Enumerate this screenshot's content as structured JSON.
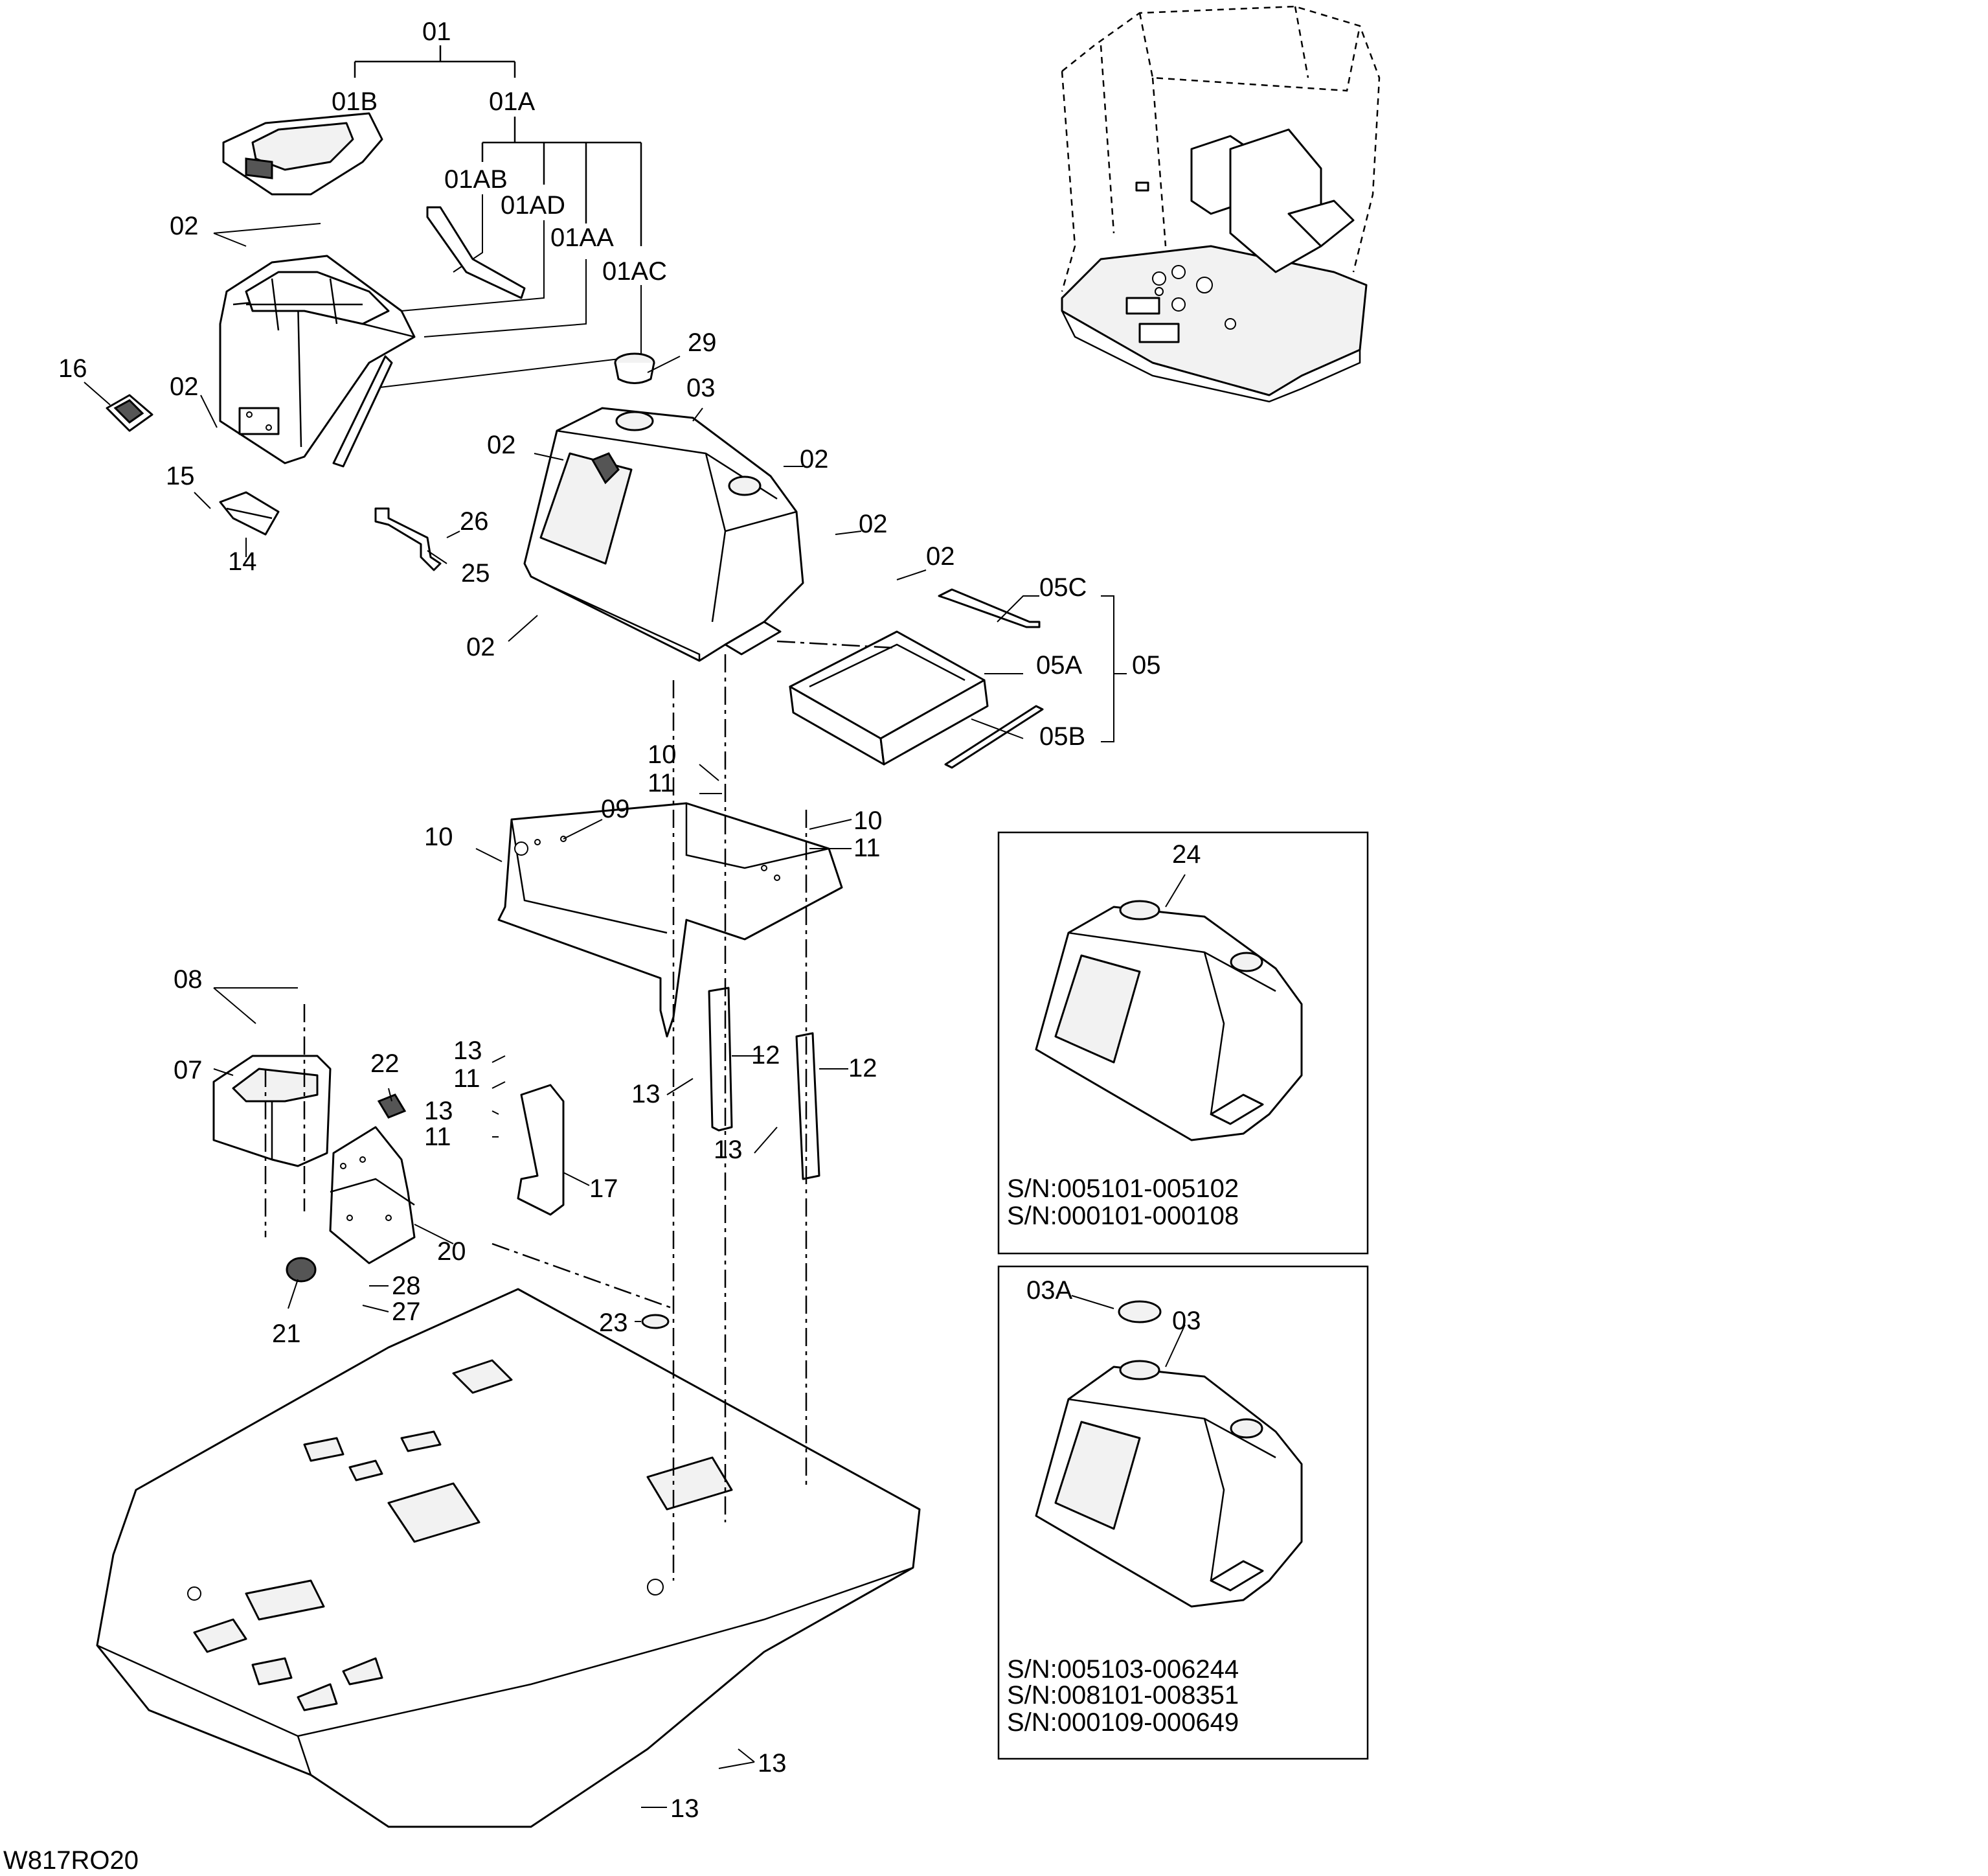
{
  "labels": {
    "p01": "01",
    "p01B": "01B",
    "p01A": "01A",
    "p01AB": "01AB",
    "p01AD": "01AD",
    "p01AA": "01AA",
    "p01AC": "01AC",
    "p02": "02",
    "p03": "03",
    "p03A": "03A",
    "p05": "05",
    "p05A": "05A",
    "p05B": "05B",
    "p05C": "05C",
    "p07": "07",
    "p08": "08",
    "p09": "09",
    "p10": "10",
    "p11": "11",
    "p12": "12",
    "p13": "13",
    "p14": "14",
    "p15": "15",
    "p16": "16",
    "p17": "17",
    "p20": "20",
    "p21": "21",
    "p22": "22",
    "p23": "23",
    "p24": "24",
    "p25": "25",
    "p26": "26",
    "p27": "27",
    "p28": "28",
    "p29": "29"
  },
  "inset_upper": {
    "serials": [
      "S/N:005101-005102",
      "S/N:000101-000108"
    ]
  },
  "inset_lower": {
    "serials": [
      "S/N:005103-006244",
      "S/N:008101-008351",
      "S/N:000109-000649"
    ]
  },
  "drawing_code": "W817RO20"
}
